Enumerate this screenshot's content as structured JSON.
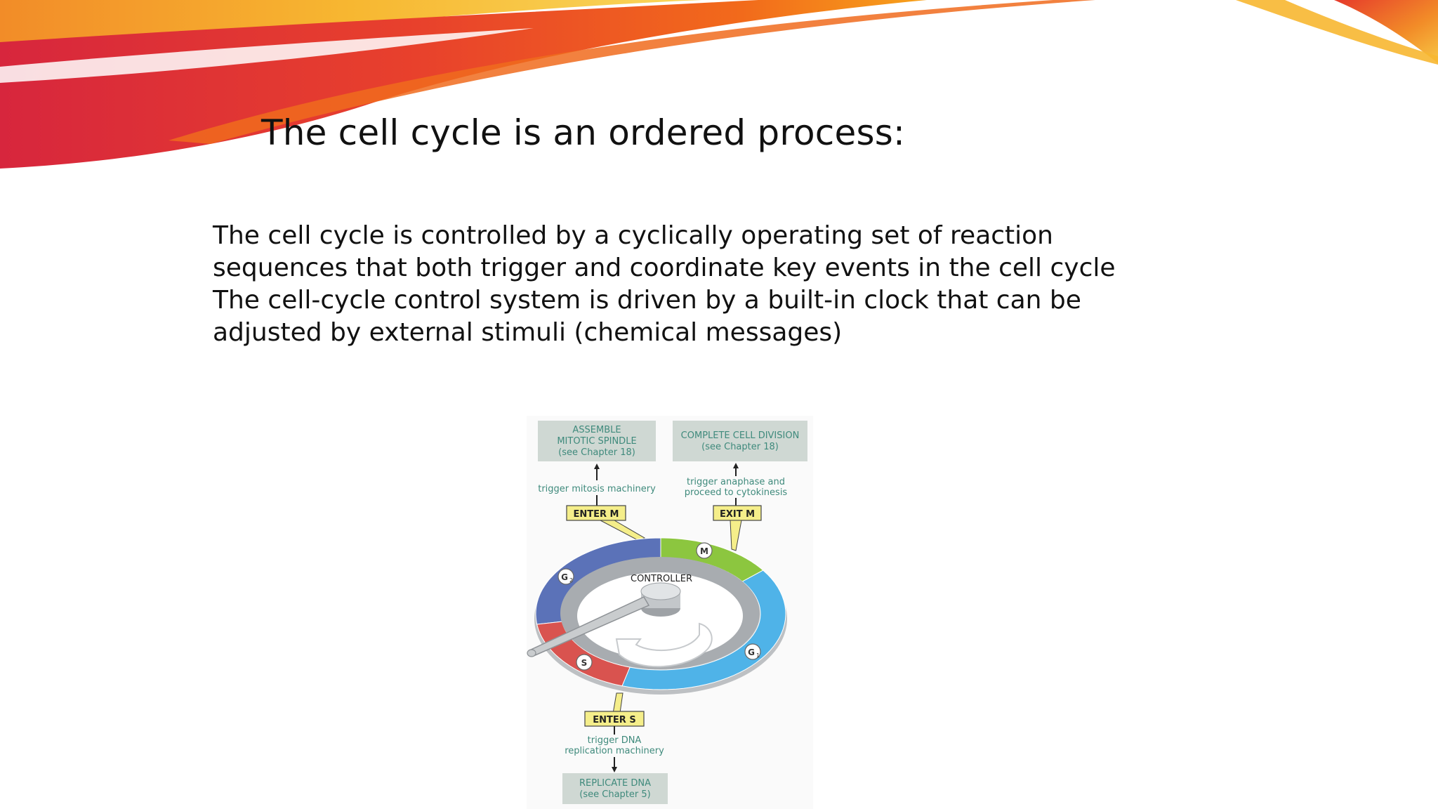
{
  "slide": {
    "title": "The cell cycle is an ordered process:",
    "body_lines": [
      "The cell cycle is controlled by a cyclically operating set of reaction",
      "sequences that both trigger and coordinate key events in the cell cycle",
      "The cell-cycle control system is driven by a built-in clock that can be",
      "adjusted by external stimuli (chemical messages)"
    ]
  },
  "diagram": {
    "boxes": {
      "assemble": [
        "ASSEMBLE",
        "MITOTIC SPINDLE",
        "(see Chapter 18)"
      ],
      "complete": [
        "COMPLETE CELL DIVISION",
        "(see Chapter 18)"
      ],
      "replicate": [
        "REPLICATE DNA",
        "(see Chapter 5)"
      ]
    },
    "triggers": {
      "mitosis": [
        "trigger mitosis machinery"
      ],
      "anaphase": [
        "trigger anaphase and",
        "proceed to cytokinesis"
      ],
      "dna": [
        "trigger DNA",
        "replication machinery"
      ]
    },
    "checkpoints": {
      "enter_m": "ENTER M",
      "exit_m": "EXIT M",
      "enter_s": "ENTER S"
    },
    "phases": {
      "m": "M",
      "g2": "G",
      "g2_sub": "2",
      "g1": "G",
      "g1_sub": "1",
      "s": "S"
    },
    "controller": "CONTROLLER",
    "colors": {
      "m_phase": "#8cc63f",
      "g1_phase": "#4fb3e8",
      "g2_phase": "#5b72b8",
      "s_phase": "#d9534f",
      "box_fill": "#cfd8d3",
      "tag_fill": "#f5ee8a"
    }
  }
}
